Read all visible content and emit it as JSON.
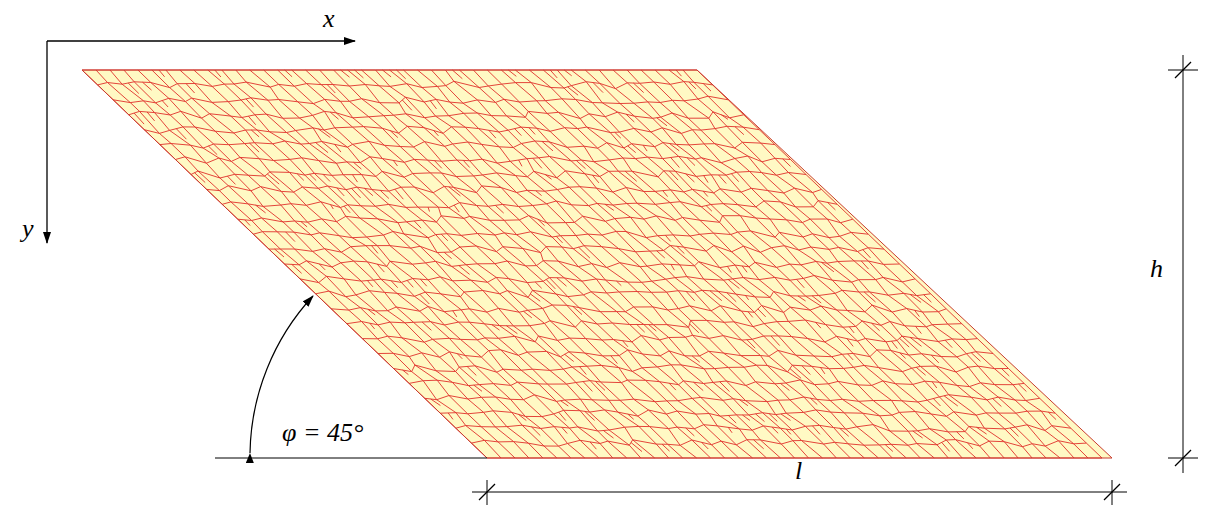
{
  "diagram": {
    "labels": [
      "x",
      "y",
      "φ = 45°",
      "l",
      "h"
    ]
  }
}
